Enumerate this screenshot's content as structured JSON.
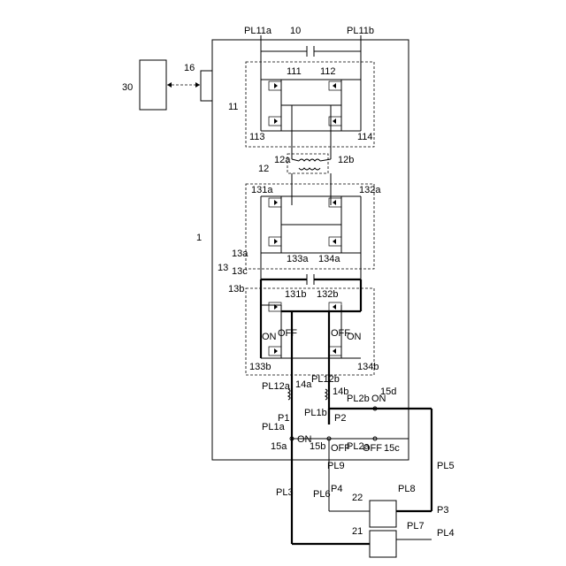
{
  "labels": {
    "pl11a": "PL11a",
    "pl11b": "PL11b",
    "ref10": "10",
    "ref30": "30",
    "ref16": "16",
    "ref1": "1",
    "ref11": "11",
    "ref111": "111",
    "ref112": "112",
    "ref113": "113",
    "ref114": "114",
    "ref12": "12",
    "ref12a": "12a",
    "ref12b": "12b",
    "ref13": "13",
    "ref13a": "13a",
    "ref13b": "13b",
    "ref13c": "13c",
    "ref131a": "131a",
    "ref132a": "132a",
    "ref133a": "133a",
    "ref134a": "134a",
    "ref131b": "131b",
    "ref132b": "132b",
    "ref133b": "133b",
    "ref134b": "134b",
    "on_left": "ON",
    "off_left": "OFF",
    "off_right": "OFF",
    "on_right": "ON",
    "pl12a": "PL12a",
    "ref14a": "14a",
    "pl12b": "PL12b",
    "ref14b": "14b",
    "pl1a": "PL1a",
    "pl1b": "PL1b",
    "pl2b": "PL2b",
    "ref15d": "15d",
    "p1": "P1",
    "p2": "P2",
    "on_sw": "ON",
    "on_sw2": "ON",
    "ref15a": "15a",
    "ref15b": "15b",
    "off_sw": "OFF",
    "off_sw2": "OFF",
    "pl2a": "PL2a",
    "ref15c": "15c",
    "pl9": "PL9",
    "p4": "P4",
    "pl3": "PL3",
    "pl6": "PL6",
    "pl8": "PL8",
    "ref22": "22",
    "ref21": "21",
    "pl5": "PL5",
    "pl7": "PL7",
    "pl4": "PL4",
    "p3": "P3"
  }
}
